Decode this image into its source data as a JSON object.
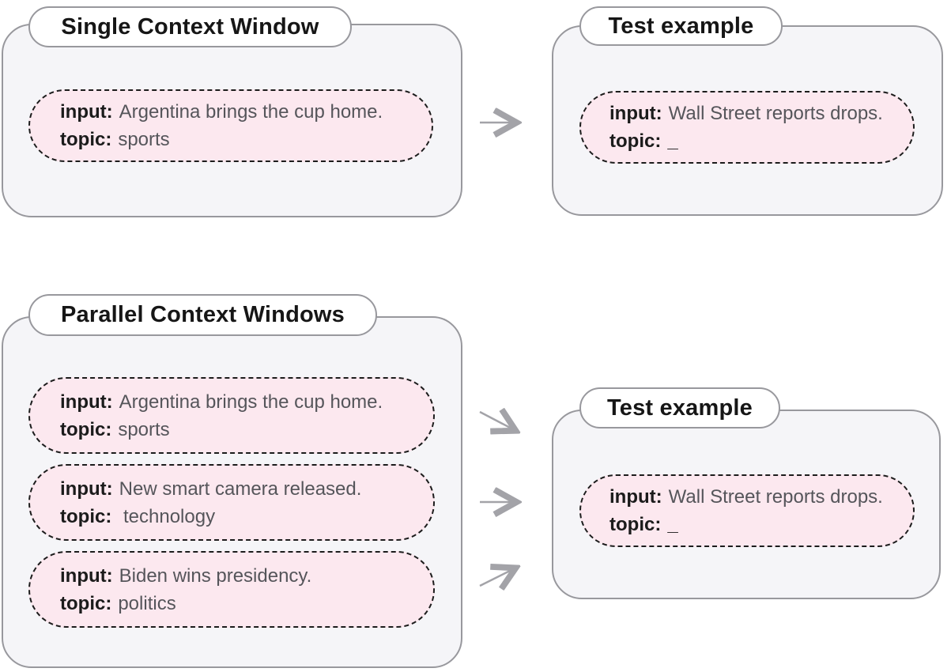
{
  "labels": {
    "input": "input:",
    "topic": "topic:"
  },
  "panels": {
    "single": {
      "title": "Single Context Window",
      "examples": [
        {
          "input": "Argentina brings the cup home.",
          "topic": "sports"
        }
      ]
    },
    "test_top": {
      "title": "Test example",
      "examples": [
        {
          "input": "Wall Street reports drops.",
          "topic": "_"
        }
      ]
    },
    "parallel": {
      "title": "Parallel Context Windows",
      "examples": [
        {
          "input": "Argentina brings the cup home.",
          "topic": "sports"
        },
        {
          "input": "New smart camera released.",
          "topic": " technology"
        },
        {
          "input": "Biden wins presidency.",
          "topic": "politics"
        }
      ]
    },
    "test_bottom": {
      "title": "Test example",
      "examples": [
        {
          "input": "Wall Street reports drops.",
          "topic": "_"
        }
      ]
    }
  },
  "colors": {
    "box-fill": "#f5f5f8",
    "box-border": "#98989d",
    "pill-fill": "#ffffff",
    "pink-fill": "#fce8ef",
    "dash": "#1c1c1c",
    "title": "#161616",
    "label": "#1b1b1b",
    "body": "#55555a",
    "arrow": "#a3a3a8",
    "page": "#ffffff"
  }
}
